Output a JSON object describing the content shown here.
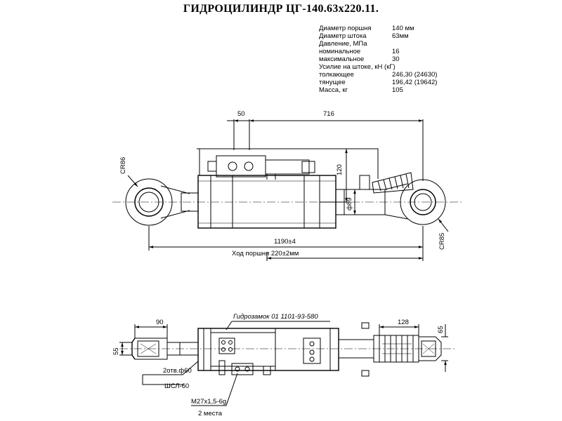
{
  "title": "ГИДРОЦИЛИНДР ЦГ-140.63х220.11.",
  "specs": [
    {
      "label": "Диаметр поршня",
      "value": "140 мм"
    },
    {
      "label": "Диаметр штока",
      "value": "63мм"
    },
    {
      "label": "Давление, МПа",
      "value": ""
    },
    {
      "label": "номинальное",
      "value": "16"
    },
    {
      "label": "максимальное",
      "value": "30"
    },
    {
      "label": "Усилие на штоке, кН (кГ)",
      "value": ""
    },
    {
      "label": "толкающее",
      "value": "246,30 (24630)"
    },
    {
      "label": "тянущее",
      "value": "196,42 (19642)"
    },
    {
      "label": "Масса, кг",
      "value": "105"
    }
  ],
  "top_view": {
    "dim_50": "50",
    "dim_716": "716",
    "dim_120": "120",
    "dim_r86": "CR86",
    "dim_r85": "CR85",
    "dim_89": "ф89",
    "dim_1190": "1190±4",
    "stroke": "Ход поршня 220±2мм"
  },
  "bottom_view": {
    "dim_90": "90",
    "dim_128": "128",
    "dim_55": "55",
    "dim_65": "65",
    "lock": "Гидрозамок 01 1101-93-580",
    "hole": "2отв.ф60",
    "shl": "ШСЛ-60",
    "thread": "М27х1,5-6g",
    "places": "2 места"
  }
}
